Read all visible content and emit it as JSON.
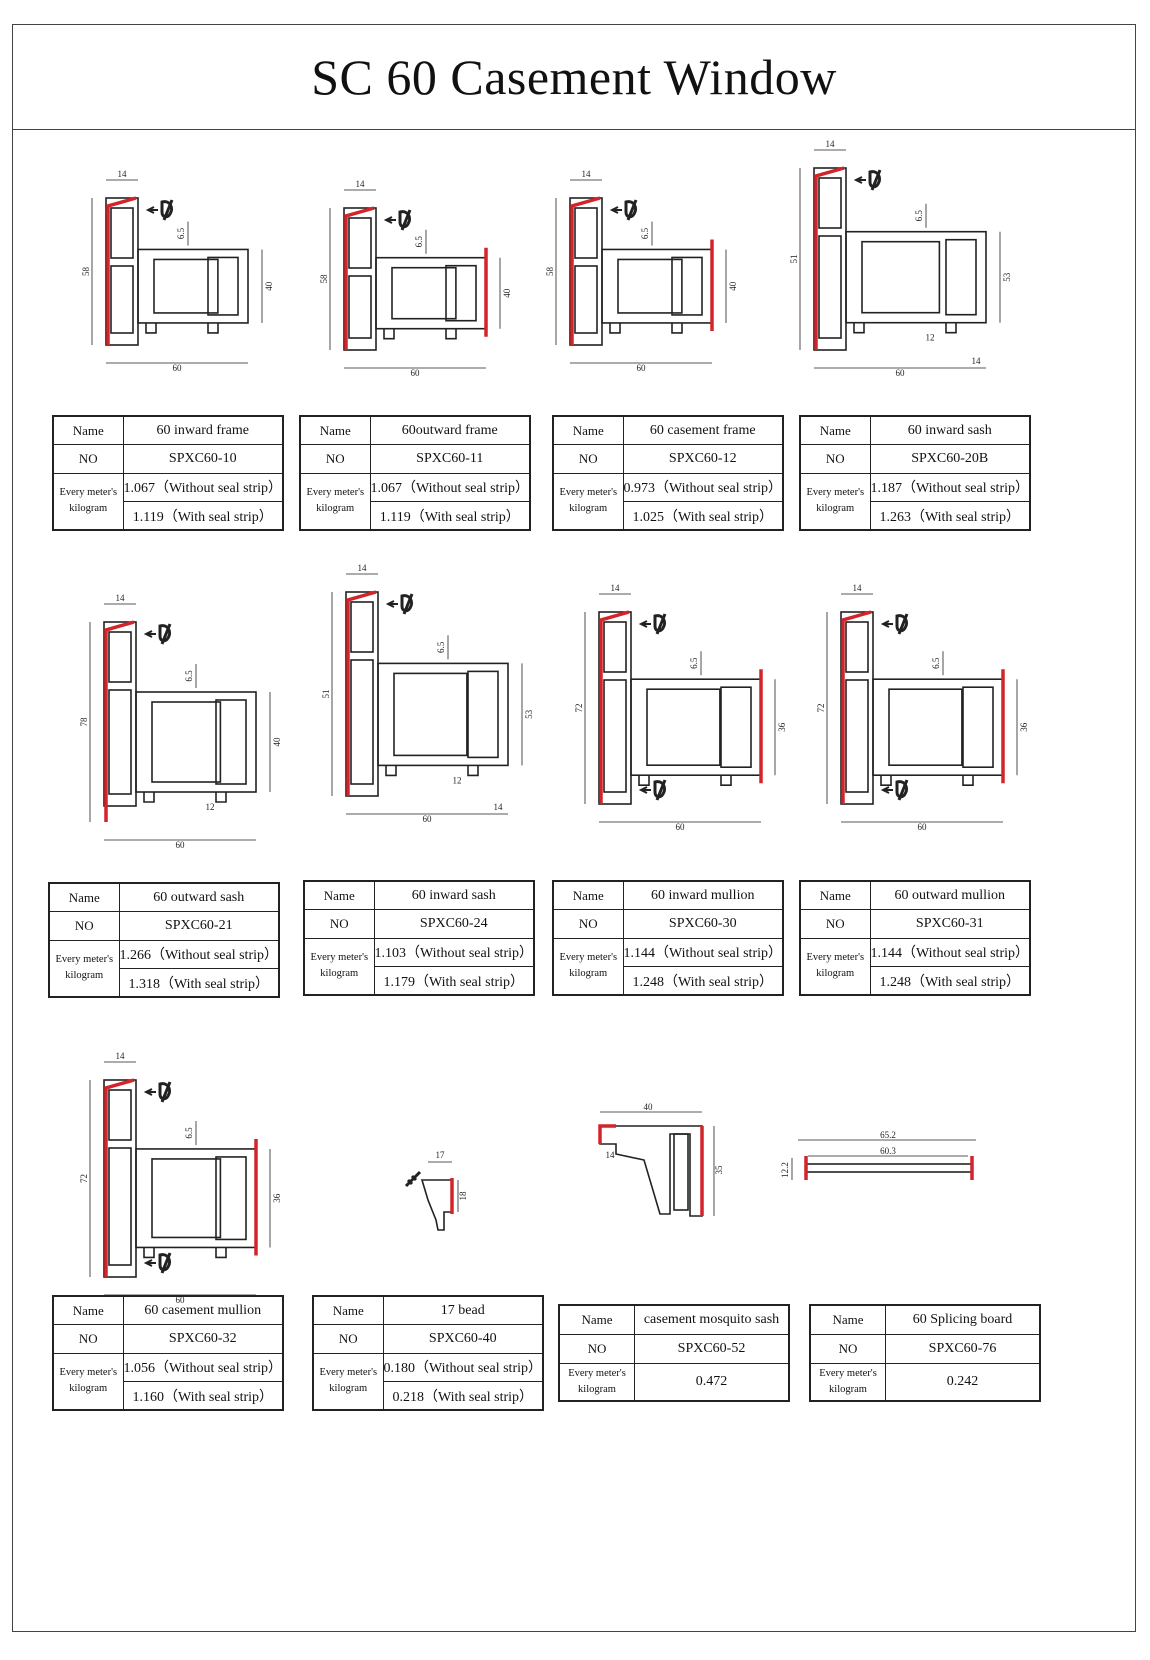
{
  "title": "SC 60 Casement Window",
  "labels": {
    "name": "Name",
    "no": "NO",
    "weight_l1": "Every meter's",
    "weight_l2": "kilogram"
  },
  "products": [
    {
      "name": "60 inward frame",
      "no": "SPXC60-10",
      "weight_without": "1.067（Without seal strip）",
      "weight_with": "1.119（With seal strip）",
      "dims": [
        "14",
        "58",
        "6.5",
        "40",
        "60"
      ]
    },
    {
      "name": "60outward frame",
      "no": "SPXC60-11",
      "weight_without": "1.067（Without seal strip）",
      "weight_with": "1.119（With seal strip）",
      "dims": [
        "14",
        "58",
        "6.5",
        "40",
        "60"
      ]
    },
    {
      "name": "60 casement frame",
      "no": "SPXC60-12",
      "weight_without": "0.973（Without seal strip）",
      "weight_with": "1.025（With seal strip）",
      "dims": [
        "14",
        "58",
        "6.5",
        "40",
        "60"
      ]
    },
    {
      "name": "60 inward sash",
      "no": "SPXC60-20B",
      "weight_without": "1.187（Without seal strip）",
      "weight_with": "1.263（With seal strip）",
      "dims": [
        "14",
        "51",
        "6.5",
        "53",
        "12",
        "14",
        "60"
      ]
    },
    {
      "name": "60 outward sash",
      "no": "SPXC60-21",
      "weight_without": "1.266（Without seal strip）",
      "weight_with": "1.318（With seal strip）",
      "dims": [
        "14",
        "78",
        "6.5",
        "40",
        "12",
        "60"
      ]
    },
    {
      "name": "60 inward sash",
      "no": "SPXC60-24",
      "weight_without": "1.103（Without seal strip）",
      "weight_with": "1.179（With seal strip）",
      "dims": [
        "14",
        "51",
        "6.5",
        "53",
        "12",
        "14",
        "60"
      ]
    },
    {
      "name": "60 inward mullion",
      "no": "SPXC60-30",
      "weight_without": "1.144（Without seal strip）",
      "weight_with": "1.248（With seal strip）",
      "dims": [
        "14",
        "72",
        "6.5",
        "36",
        "60"
      ]
    },
    {
      "name": "60 outward mullion",
      "no": "SPXC60-31",
      "weight_without": "1.144（Without seal strip）",
      "weight_with": "1.248（With seal strip）",
      "dims": [
        "14",
        "72",
        "6.5",
        "36",
        "60"
      ]
    },
    {
      "name": "60 casement mullion",
      "no": "SPXC60-32",
      "weight_without": "1.056（Without seal strip）",
      "weight_with": "1.160（With seal strip）",
      "dims": [
        "14",
        "72",
        "6.5",
        "36",
        "60"
      ]
    },
    {
      "name": "17 bead",
      "no": "SPXC60-40",
      "weight_without": "0.180（Without seal strip）",
      "weight_with": "0.218（With seal strip）",
      "dims": [
        "17",
        "18"
      ]
    },
    {
      "name": "casement mosquito sash",
      "no": "SPXC60-52",
      "weight": "0.472",
      "dims": [
        "40",
        "14",
        "35"
      ]
    },
    {
      "name": "60 Splicing board",
      "no": "SPXC60-76",
      "weight": "0.242",
      "dims": [
        "65.2",
        "60.3",
        "12.2"
      ]
    }
  ],
  "colors": {
    "seal_strip": "#d2242a",
    "line": "#222222",
    "border": "#444444"
  }
}
